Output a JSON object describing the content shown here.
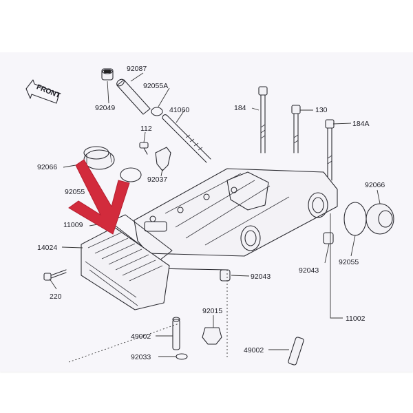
{
  "diagram": {
    "front_badge": "FRONT",
    "labels": [
      {
        "id": "92087",
        "text": "92087"
      },
      {
        "id": "92055A",
        "text": "92055A"
      },
      {
        "id": "92049",
        "text": "92049"
      },
      {
        "id": "41060",
        "text": "41060"
      },
      {
        "id": "184",
        "text": "184"
      },
      {
        "id": "130",
        "text": "130"
      },
      {
        "id": "184A",
        "text": "184A"
      },
      {
        "id": "112",
        "text": "112"
      },
      {
        "id": "92066-left",
        "text": "92066"
      },
      {
        "id": "92055-left",
        "text": "92055"
      },
      {
        "id": "92037",
        "text": "92037"
      },
      {
        "id": "92066-right",
        "text": "92066"
      },
      {
        "id": "11009",
        "text": "11009"
      },
      {
        "id": "14024",
        "text": "14024"
      },
      {
        "id": "92055-right",
        "text": "92055"
      },
      {
        "id": "92043-center",
        "text": "92043"
      },
      {
        "id": "92043-right",
        "text": "92043"
      },
      {
        "id": "220",
        "text": "220"
      },
      {
        "id": "92015",
        "text": "92015"
      },
      {
        "id": "11002",
        "text": "11002"
      },
      {
        "id": "49002-left",
        "text": "49002"
      },
      {
        "id": "49002-right",
        "text": "49002"
      },
      {
        "id": "92033",
        "text": "92033"
      }
    ],
    "highlight_arrow_color": "#d22b3c"
  }
}
